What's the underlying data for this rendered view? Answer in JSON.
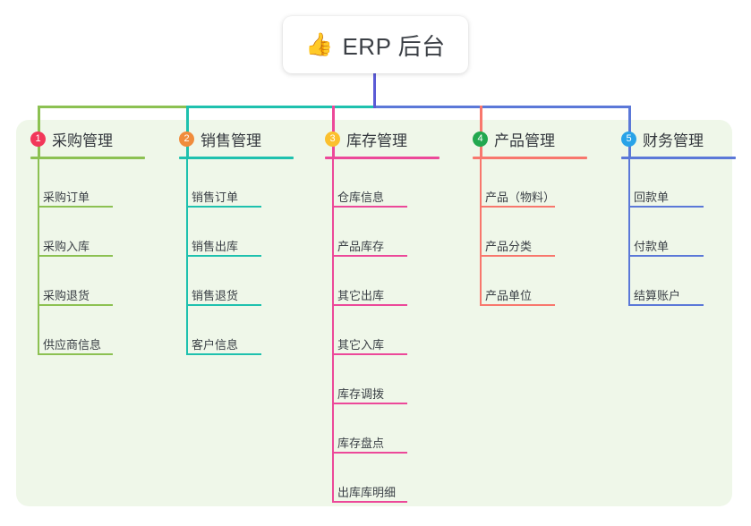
{
  "root": {
    "icon": "thumbs-up-icon",
    "icon_glyph": "👍",
    "title": "ERP 后台"
  },
  "palette": {
    "page_background": "#ffffff",
    "panel_background": "#eff7e9",
    "text": "#33373d",
    "root_stem": "#5b5bd6"
  },
  "columns": [
    {
      "index": "1",
      "badge_color": "#f2385a",
      "line_color": "#8cc152",
      "title": "采购管理",
      "items": [
        {
          "label": "采购订单"
        },
        {
          "label": "采购入库"
        },
        {
          "label": "采购退货"
        },
        {
          "label": "供应商信息"
        }
      ]
    },
    {
      "index": "2",
      "badge_color": "#f08c3c",
      "line_color": "#1ec1ae",
      "title": "销售管理",
      "items": [
        {
          "label": "销售订单"
        },
        {
          "label": "销售出库"
        },
        {
          "label": "销售退货"
        },
        {
          "label": "客户信息"
        }
      ]
    },
    {
      "index": "3",
      "badge_color": "#fbc02d",
      "line_color": "#ec4899",
      "title": "库存管理",
      "items": [
        {
          "label": "仓库信息"
        },
        {
          "label": "产品库存"
        },
        {
          "label": "其它出库"
        },
        {
          "label": "其它入库"
        },
        {
          "label": "库存调拨"
        },
        {
          "label": "库存盘点"
        },
        {
          "label": "出库库明细"
        }
      ]
    },
    {
      "index": "4",
      "badge_color": "#22a84f",
      "line_color": "#f8776d",
      "title": "产品管理",
      "items": [
        {
          "label": "产品（物料）"
        },
        {
          "label": "产品分类"
        },
        {
          "label": "产品单位"
        }
      ]
    },
    {
      "index": "5",
      "badge_color": "#29a3e8",
      "line_color": "#5b78d8",
      "title": "财务管理",
      "items": [
        {
          "label": "回款单"
        },
        {
          "label": "付款单"
        },
        {
          "label": "结算账户"
        }
      ]
    }
  ]
}
